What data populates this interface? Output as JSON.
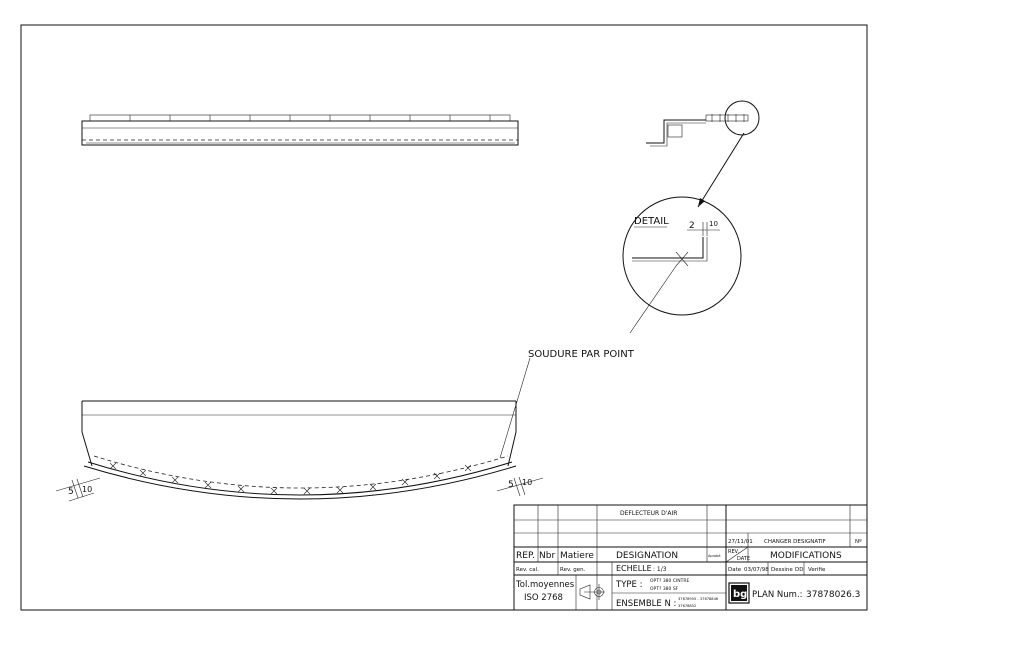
{
  "detail": {
    "label": "DETAIL",
    "dim_left": "2",
    "dim_right": "10"
  },
  "weld_note": "SOUDURE PAR POINT",
  "dims": {
    "left_a": "5",
    "left_b": "10",
    "right_a": "5",
    "right_b": "10"
  },
  "title_block": {
    "rev_row": {
      "date": "27/11/01",
      "text": "CHANGER DESIGNATIF",
      "num": "Nº"
    },
    "item_name": "DEFLECTEUR D'AIR",
    "headers": {
      "rep": "REP.",
      "nbr": "Nbr",
      "matiere": "Matiere",
      "designation": "DESIGNATION",
      "small": "Aprobé",
      "rev": "REV.",
      "date": "DATE",
      "modifications": "MODIFICATIONS"
    },
    "row3": {
      "av_cal": "Rev. cal.",
      "av_gen": "Rev. gen.",
      "echelle": "ECHELLE",
      "echelle_val": ": 1/3",
      "date_label": "Date",
      "date_val": "03/07/98",
      "dessine_label": "Dessine",
      "dessine_val": "DD",
      "verifie": "Verifie"
    },
    "tol_line1": "Tol.moyennes",
    "tol_line2": "ISO 2768",
    "type_label": "TYPE :",
    "type_line1": "OPT? 380 CINTRE",
    "type_line2": "OPT? 380 SF",
    "ensemble_label": "ENSEMBLE N :",
    "ensemble_line1": "37678955 - 37678846",
    "ensemble_line2": "37678852",
    "logo": "bg",
    "plan_label": "PLAN Num.:",
    "plan_num": "37878026.3"
  }
}
